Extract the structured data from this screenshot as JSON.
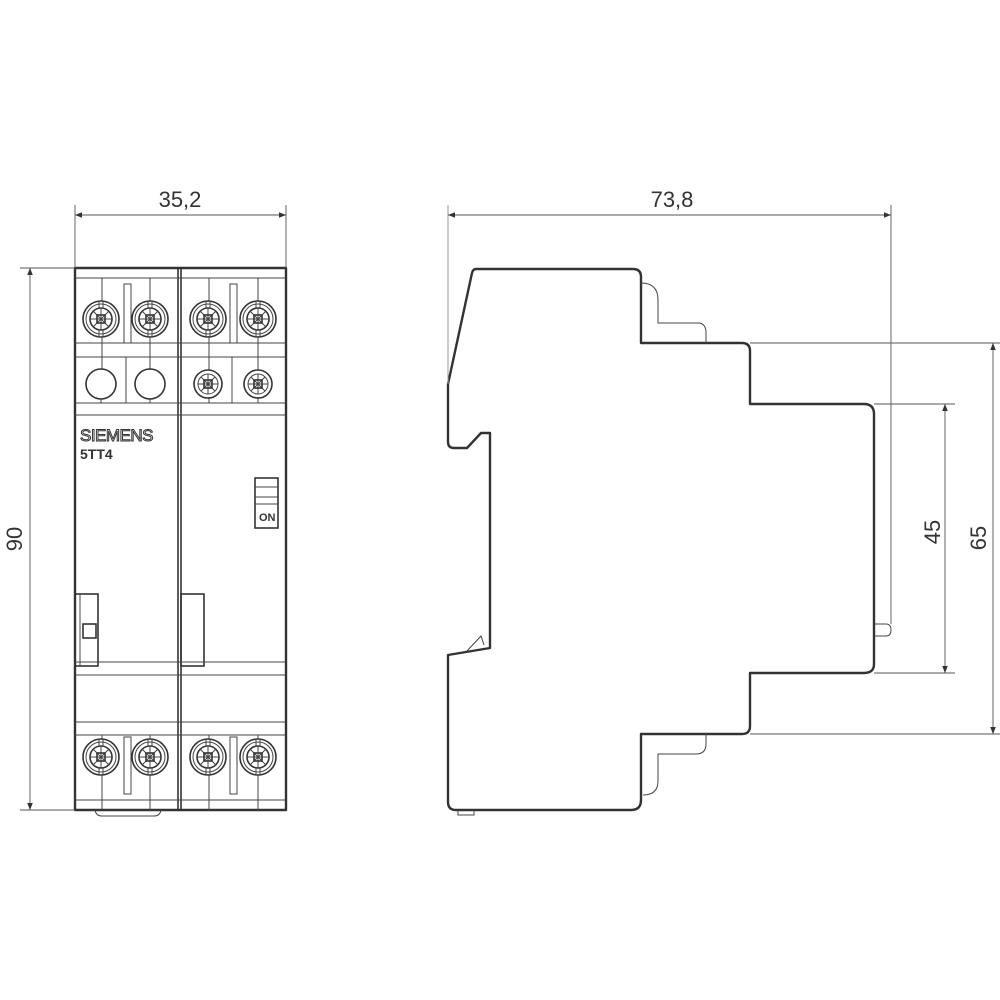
{
  "dimensions": {
    "width_front": "35,2",
    "height_front": "90",
    "depth_side": "73,8",
    "height_45": "45",
    "height_65": "65"
  },
  "label": {
    "brand": "SIEMENS",
    "model": "5TT4",
    "switch": "ON"
  },
  "colors": {
    "line": "#333333",
    "background": "#ffffff"
  }
}
